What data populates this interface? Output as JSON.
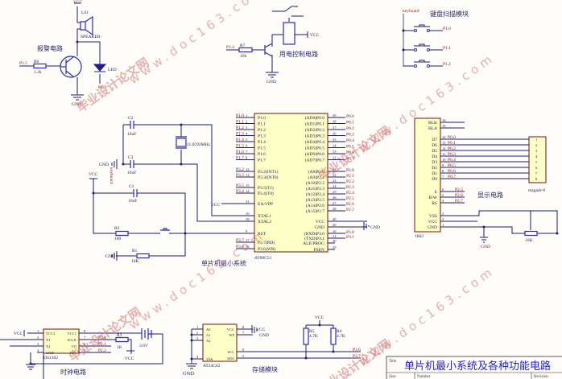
{
  "buzzer": {
    "title": "报警电路",
    "vcc": "VCC",
    "ls": "LS1",
    "speaker": "SPEAKER",
    "net": "P1.5",
    "res": "R6",
    "res_val": "1.2k",
    "led": "LED",
    "led_net": "P1.7",
    "gnd": "GND"
  },
  "relay": {
    "title": "用电控制电路",
    "vcc": "VCC",
    "net": "P1.4",
    "res": "R7",
    "res_val": "10k",
    "gnd": "GND"
  },
  "keyboard": {
    "tag": "keyboard",
    "title": "键盘扫描模块",
    "keys": [
      "P1.0",
      "P1.1",
      "P1.2"
    ]
  },
  "osc": {
    "c2": "C2",
    "c2_val": "10uF",
    "c3": "C3",
    "c3_val": "10uF",
    "c1": "C1",
    "c1_val": "10uF",
    "crystal": "11.0592MHz",
    "gnd": "GND",
    "vcc": "VCC",
    "r2": "R2",
    "r2_val": "100",
    "r1": "R1",
    "r1_val": "10K",
    "gnd2": "GND",
    "tag": "keyboard"
  },
  "mcu": {
    "title": "单片机最小系统",
    "part": "AT89C51",
    "vcc_net": "VCC",
    "left_nets": [
      "P1.0",
      "P1.1",
      "P1.2",
      "P1.3",
      "P1.4",
      "P1.5",
      "P1.6",
      "P1.7",
      "P3.2",
      "P3.3",
      "P3.5",
      "P3.4",
      "",
      "",
      "",
      "",
      "P3.7",
      "P3.6"
    ],
    "left_pins": [
      "P1.0",
      "P1.1",
      "P1.2",
      "P1.3",
      "P1.4",
      "P1.5",
      "P1.6",
      "P1.7",
      "P3.2(INT1)",
      "P3.3(INT0)",
      "P3.5(T1)",
      "P3.4(T0)",
      "EA/VPP",
      "XTAL1",
      "XTAL2",
      "RST",
      "P3.7(RD)",
      "P3.6(WR)"
    ],
    "left_nums": [
      "1",
      "2",
      "3",
      "4",
      "5",
      "6",
      "7",
      "8",
      "12",
      "13",
      "15",
      "14",
      "31",
      "19",
      "18",
      "9",
      "17",
      "16"
    ],
    "right_pins": [
      "(AD0)P0.0",
      "(AD1)P0.1",
      "(AD2)P0.2",
      "(AD3)P0.3",
      "(AD4)P0.4",
      "(AD5)P0.5",
      "(AD6)P0.6",
      "(AD7)P0.7",
      "(A8)P2.0",
      "(A9)P2.1",
      "(A10)P2.2",
      "(A11)P2.3",
      "(A12)P2.4",
      "(A13)P2.5",
      "(A14)P2.6",
      "(A15)P2.7",
      "VCC",
      "GND",
      "(RXD)P3.0",
      "(TXD)P3.1",
      "ALE/PROG",
      "PSEN"
    ],
    "right_nums": [
      "39",
      "38",
      "37",
      "36",
      "35",
      "34",
      "33",
      "32",
      "21",
      "22",
      "23",
      "24",
      "25",
      "26",
      "27",
      "28",
      "40",
      "20",
      "10",
      "11",
      "30",
      "29"
    ],
    "right_nets": [
      "P0.0",
      "P0.1",
      "P0.2",
      "P0.3",
      "P0.4",
      "P0.5",
      "P0.6",
      "P0.7",
      "P2.0",
      "P2.1",
      "P2.2",
      "P2.3",
      "P2.4",
      "P2.5",
      "P2.6",
      "P2.7",
      "",
      "",
      "P3.0",
      "P3.1",
      "",
      ""
    ],
    "gnd": "GND"
  },
  "lcd": {
    "title": "显示电路",
    "part": "1602",
    "pins": [
      "BLK",
      "BLA",
      "D7",
      "D6",
      "D5",
      "D4",
      "D3",
      "D2",
      "D1",
      "D0",
      "E",
      "R/W",
      "RS",
      "VSS",
      "VCC",
      "GND"
    ],
    "nums": [
      "16",
      "15",
      "14",
      "13",
      "12",
      "11",
      "10",
      "9",
      "8",
      "7",
      "6",
      "5",
      "4",
      "2",
      "3",
      "1"
    ],
    "nets": [
      "",
      "",
      "P0.0",
      "P0.1",
      "P0.2",
      "P0.3",
      "P0.4",
      "P0.5",
      "P0.6",
      "P0.7",
      "P2.5",
      "P2.6",
      "P2.7",
      "",
      "",
      ""
    ],
    "connector": "magadr-8",
    "conn_pins": [
      "1",
      "2",
      "3",
      "4",
      "5",
      "6",
      "7",
      "8"
    ],
    "pot": "10K",
    "gnd": "GND"
  },
  "clock": {
    "title": "时钟电路",
    "part": "DS1302",
    "vcc": "VCC",
    "lpins": [
      "VCC2",
      "X1",
      "X2",
      "GND"
    ],
    "lnums": [
      "1",
      "2",
      "3",
      "4"
    ],
    "rpins": [
      "VCC1",
      "SCLK",
      "I/O",
      "RST"
    ],
    "rnums": [
      "8",
      "7",
      "6",
      "5"
    ],
    "nets": [
      "P2.0",
      "P2.1",
      "P2.2"
    ],
    "res": "R3",
    "res_val": "1K",
    "vcc2": "VCC",
    "battery": "3.6V"
  },
  "eeprom": {
    "title": "存储模块",
    "part": "AT24C02",
    "lpins": [
      "A0",
      "A1",
      "A2",
      "VSS"
    ],
    "lnums": [
      "1",
      "2",
      "3",
      "4"
    ],
    "rpins": [
      "VCC",
      "WP",
      "SCL",
      "SDA"
    ],
    "rnums": [
      "8",
      "7",
      "6",
      "5"
    ],
    "vcc": "VCC",
    "gnd": "GND",
    "gnd2": "GND",
    "vcc2": "VCC",
    "r5": "R5",
    "r5_val": "4.7K",
    "r4": "R4",
    "r4_val": "4.7K",
    "nets": [
      "P3.6",
      "P3.7"
    ]
  },
  "titleblock": {
    "title_label": "Title",
    "title": "单片机最小系统及各种功能电路",
    "size_label": "Size",
    "number_label": "Number",
    "revision_label": "Revision"
  },
  "watermark": {
    "cn": "毕业设计论文网",
    "url": "www.doc163.com"
  }
}
